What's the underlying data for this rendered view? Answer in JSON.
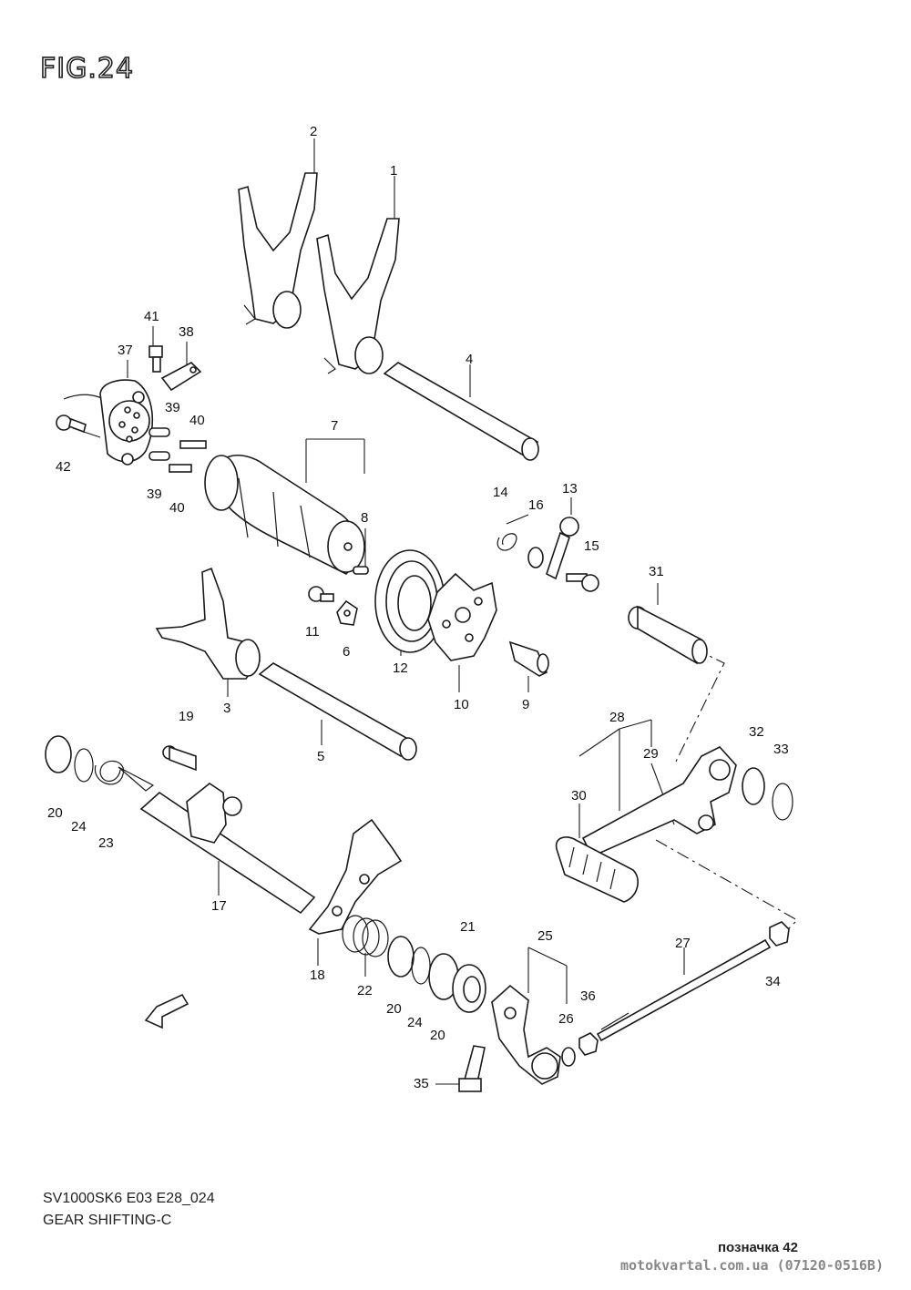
{
  "figure": {
    "title": "FIG.24"
  },
  "callouts": [
    "1",
    "2",
    "3",
    "4",
    "5",
    "6",
    "7",
    "8",
    "9",
    "10",
    "11",
    "12",
    "13",
    "14",
    "15",
    "16",
    "17",
    "18",
    "19",
    "20",
    "20",
    "20",
    "20",
    "21",
    "22",
    "23",
    "24",
    "24",
    "25",
    "26",
    "27",
    "28",
    "29",
    "30",
    "31",
    "32",
    "33",
    "34",
    "35",
    "36",
    "37",
    "38",
    "39",
    "39",
    "40",
    "40",
    "41",
    "42"
  ],
  "footer": {
    "model_code": "SV1000SK6 E03 E28_024",
    "group_name": "GEAR SHIFTING-C",
    "page_tag": "позначка 42",
    "watermark": "motokvartal.com.ua (07120-0516B)"
  },
  "icons": {
    "direction_arrow": "front-arrow-icon"
  },
  "colors": {
    "line": "#1a1a1a",
    "background": "#ffffff"
  }
}
